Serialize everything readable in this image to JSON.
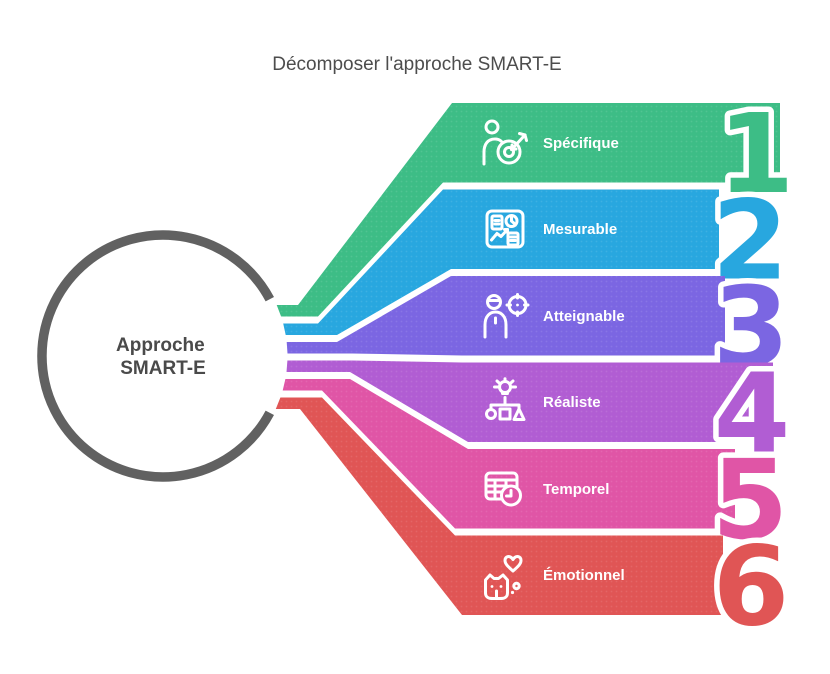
{
  "title": "Décomposer l'approche SMART-E",
  "center": {
    "line1": "Approche",
    "line2": "SMART-E"
  },
  "colors": {
    "background": "#ffffff",
    "ring": "#616161",
    "title_text": "#4d4d4d",
    "center_text": "#4a4a4a",
    "label_text": "#ffffff"
  },
  "bands": [
    {
      "number": "1",
      "label": "Spécifique",
      "color": "#3dbd86",
      "icon": "person-target-icon"
    },
    {
      "number": "2",
      "label": "Mesurable",
      "color": "#28a7df",
      "icon": "dashboard-charts-icon"
    },
    {
      "number": "3",
      "label": "Atteignable",
      "color": "#7b66e2",
      "icon": "person-crosshair-icon"
    },
    {
      "number": "4",
      "label": "Réaliste",
      "color": "#b15dd3",
      "icon": "idea-flowchart-icon"
    },
    {
      "number": "5",
      "label": "Temporel",
      "color": "#e055a6",
      "icon": "calendar-clock-icon"
    },
    {
      "number": "6",
      "label": "Émotionnel",
      "color": "#e05555",
      "icon": "face-heart-icon"
    }
  ]
}
